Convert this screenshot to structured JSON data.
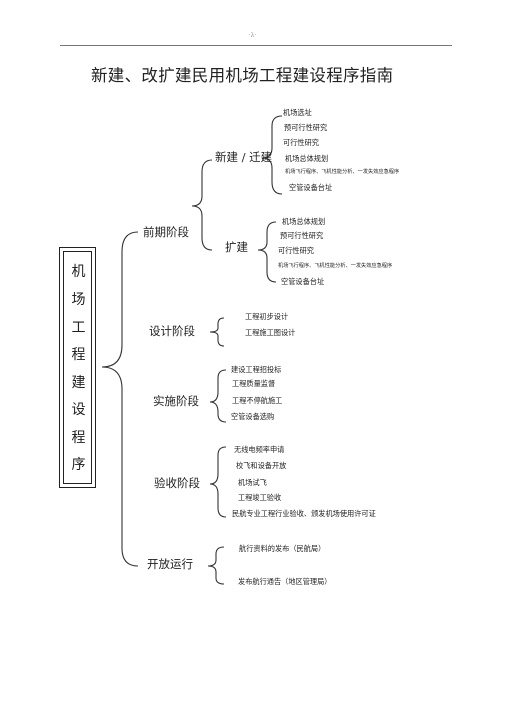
{
  "header_mark": "·λ·",
  "title": "新建、改扩建民用机场工程建设程序指南",
  "root": {
    "chars": [
      "机",
      "场",
      "工",
      "程",
      "建",
      "设",
      "程",
      "序"
    ]
  },
  "stages": {
    "preliminary": {
      "label": "前期阶段",
      "new_build": {
        "label": "新建 / 迁建",
        "items": [
          "机场选址",
          "预可行性研究",
          "可行性研究",
          "机场总体规划",
          "机场飞行程序、飞机性能分析、一发失效应急程序",
          "空管设备台址"
        ]
      },
      "expansion": {
        "label": "扩建",
        "items": [
          "机场总体规划",
          "预可行性研究",
          "可行性研究",
          "机场飞行程序、飞机性能分析、一发失效应急程序",
          "空管设备台址"
        ]
      }
    },
    "design": {
      "label": "设计阶段",
      "items": [
        "工程初步设计",
        "工程施工图设计"
      ]
    },
    "implementation": {
      "label": "实施阶段",
      "items": [
        "建设工程招投标",
        "工程质量监督",
        "工程不停航施工",
        "空管设备选购"
      ]
    },
    "acceptance": {
      "label": "验收阶段",
      "items": [
        "无线电频率申请",
        "校飞和设备开放",
        "机场试飞",
        "工程竣工验收",
        "民航专业工程行业验收、颁发机场使用许可证"
      ]
    },
    "opening": {
      "label": "开放运行",
      "items": [
        "航行资料的发布（民航局）",
        "发布航行通告（地区管理局）"
      ]
    }
  }
}
